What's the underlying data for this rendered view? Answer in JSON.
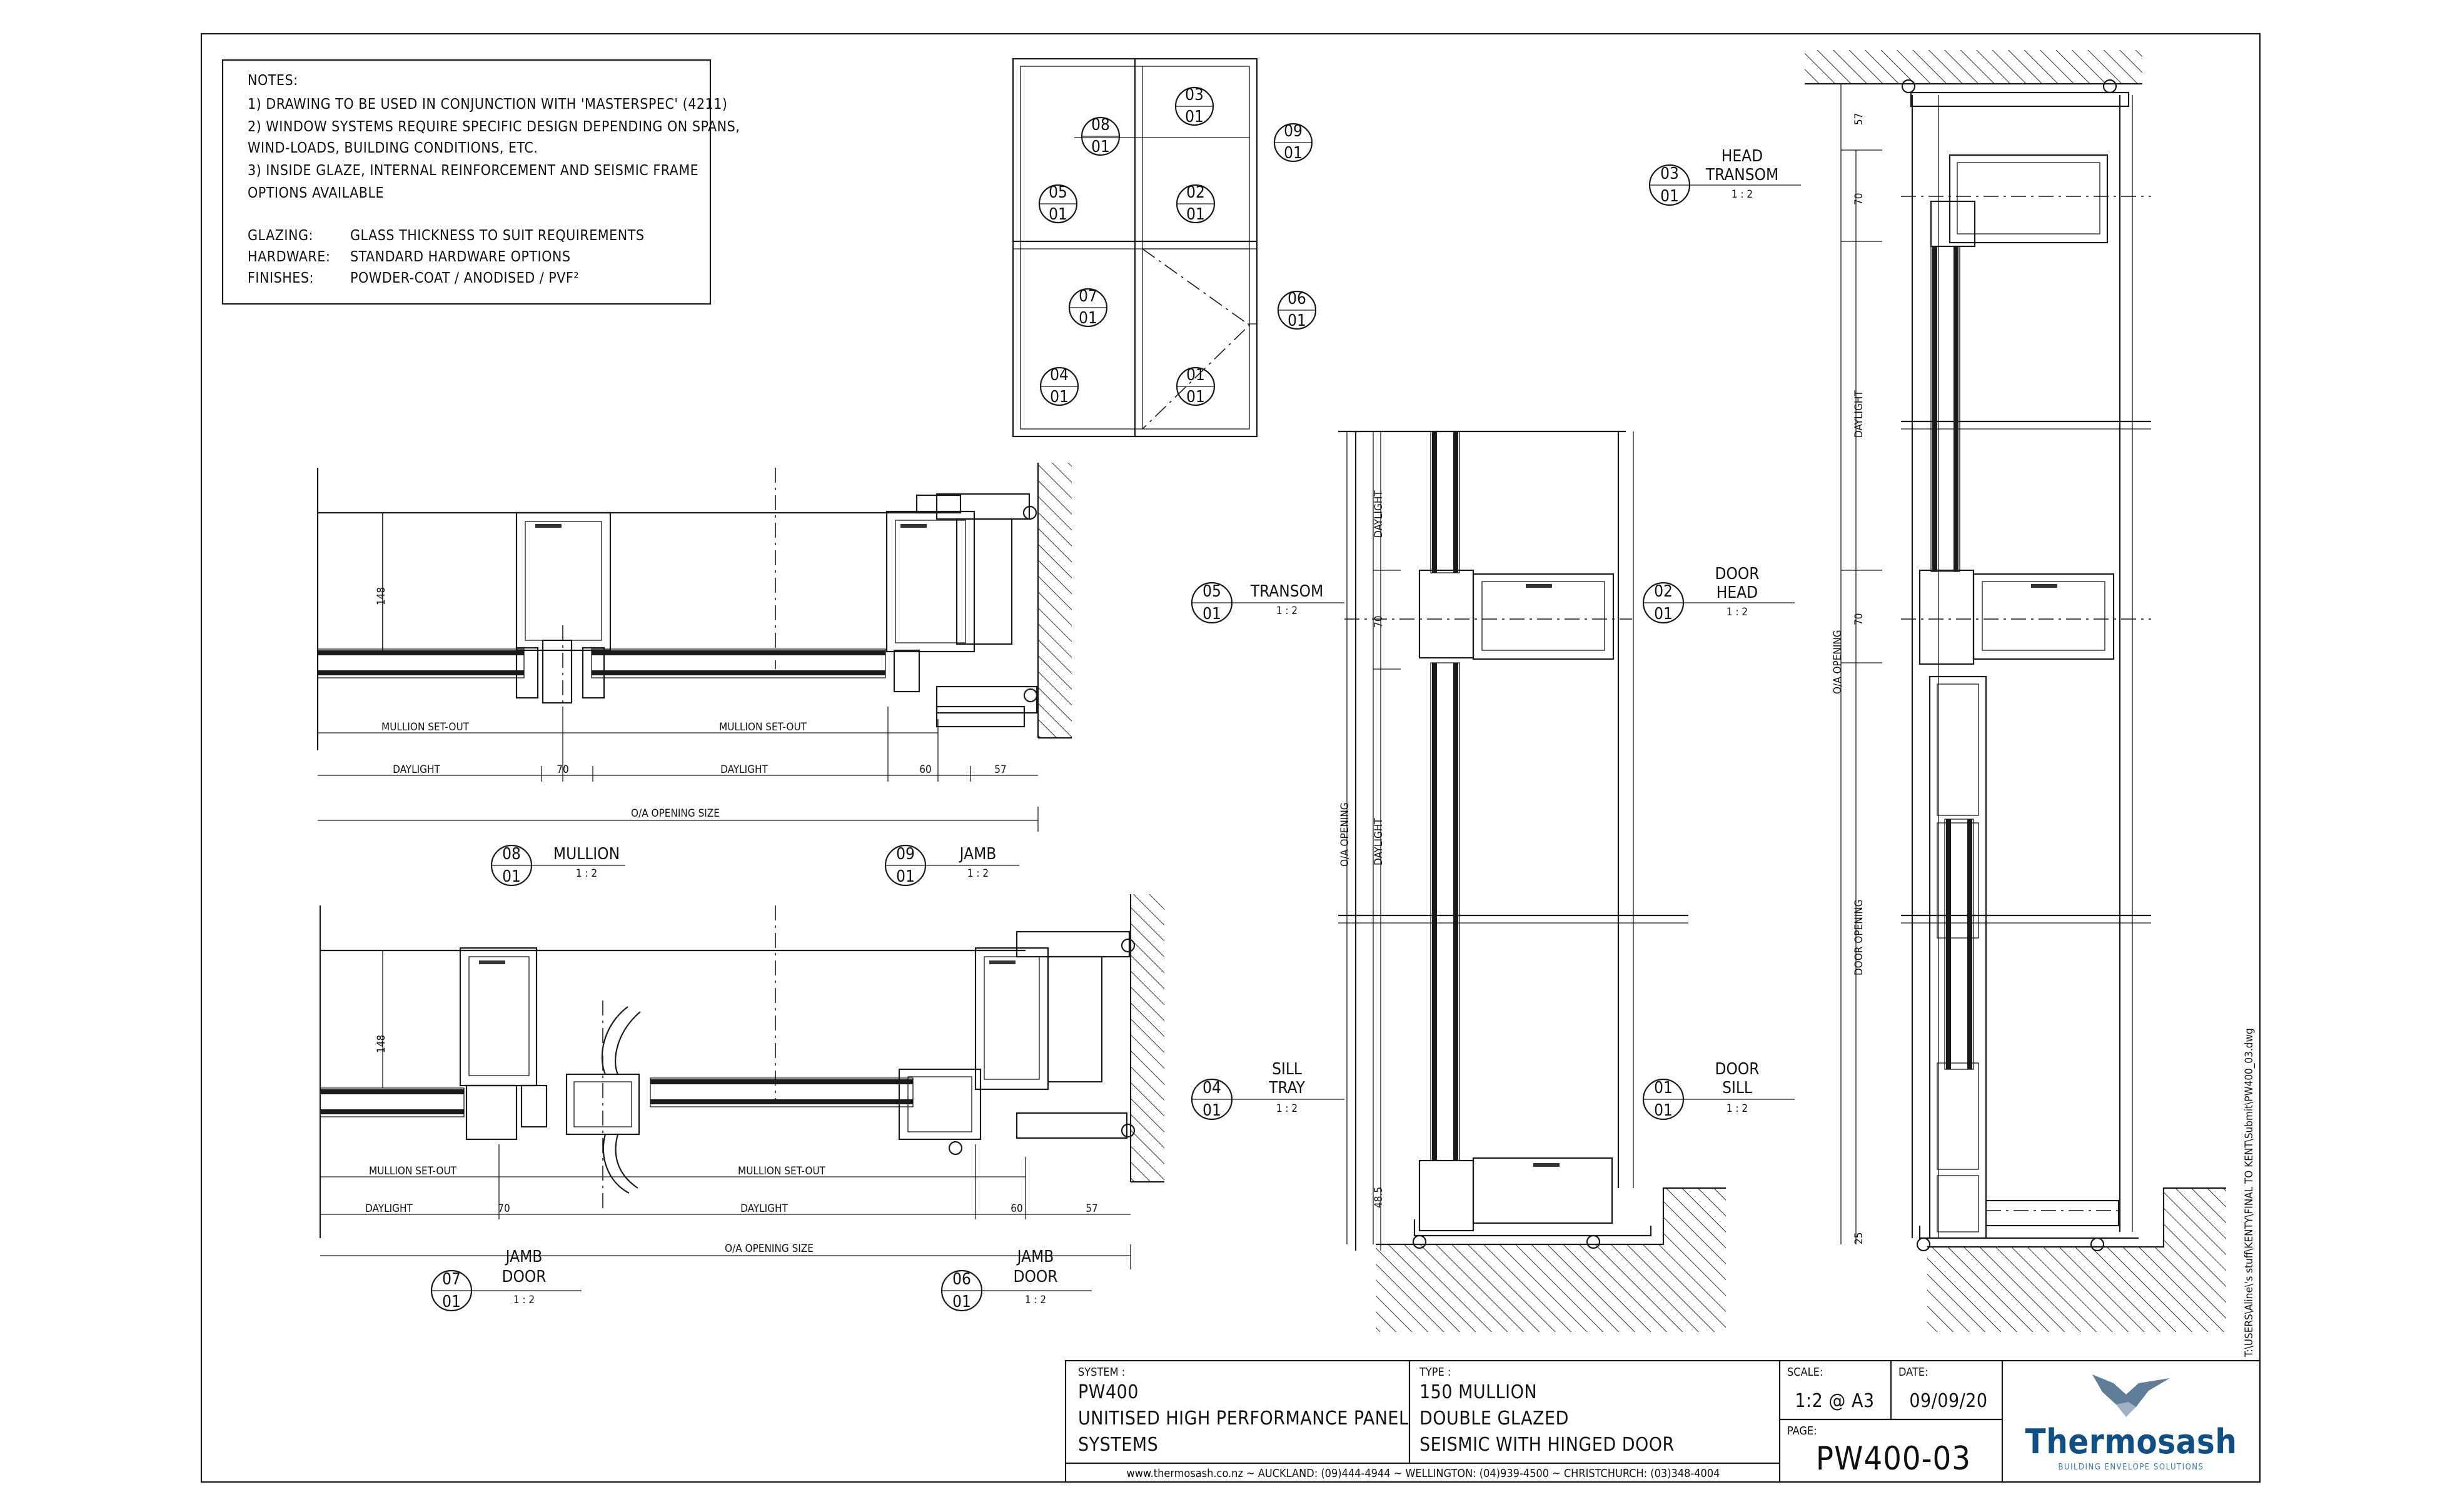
{
  "notes": {
    "heading": "NOTES:",
    "lines": [
      "1) DRAWING TO BE USED IN CONJUNCTION WITH 'MASTERSPEC' (4211)",
      "2) WINDOW SYSTEMS REQUIRE SPECIFIC DESIGN DEPENDING ON SPANS,",
      "WIND-LOADS, BUILDING CONDITIONS, ETC.",
      "3) INSIDE GLAZE, INTERNAL REINFORCEMENT AND SEISMIC FRAME",
      "OPTIONS AVAILABLE"
    ],
    "specs": [
      {
        "label": "GLAZING:",
        "value": "GLASS THICKNESS TO SUIT REQUIREMENTS"
      },
      {
        "label": "HARDWARE:",
        "value": "STANDARD HARDWARE OPTIONS"
      },
      {
        "label": "FINISHES:",
        "value": "POWDER-COAT / ANODISED / PVF²"
      }
    ]
  },
  "key_plan": {
    "bubbles": [
      {
        "num": "03",
        "sheet": "01"
      },
      {
        "num": "08",
        "sheet": "01"
      },
      {
        "num": "09",
        "sheet": "01"
      },
      {
        "num": "05",
        "sheet": "01"
      },
      {
        "num": "02",
        "sheet": "01"
      },
      {
        "num": "07",
        "sheet": "01"
      },
      {
        "num": "06",
        "sheet": "01"
      },
      {
        "num": "04",
        "sheet": "01"
      },
      {
        "num": "01",
        "sheet": "01"
      }
    ]
  },
  "details": [
    {
      "num": "08",
      "sheet": "01",
      "title": [
        "MULLION"
      ],
      "scale": "1 : 2"
    },
    {
      "num": "09",
      "sheet": "01",
      "title": [
        "JAMB"
      ],
      "scale": "1 : 2"
    },
    {
      "num": "07",
      "sheet": "01",
      "title": [
        "JAMB",
        "DOOR"
      ],
      "scale": "1 : 2"
    },
    {
      "num": "06",
      "sheet": "01",
      "title": [
        "JAMB",
        "DOOR"
      ],
      "scale": "1 : 2"
    },
    {
      "num": "05",
      "sheet": "01",
      "title": [
        "TRANSOM"
      ],
      "scale": "1 : 2"
    },
    {
      "num": "04",
      "sheet": "01",
      "title": [
        "SILL",
        "TRAY"
      ],
      "scale": "1 : 2"
    },
    {
      "num": "02",
      "sheet": "01",
      "title": [
        "DOOR",
        "HEAD"
      ],
      "scale": "1 : 2"
    },
    {
      "num": "01",
      "sheet": "01",
      "title": [
        "DOOR",
        "SILL"
      ],
      "scale": "1 : 2"
    },
    {
      "num": "03",
      "sheet": "01",
      "title": [
        "HEAD",
        "TRANSOM"
      ],
      "scale": "1 : 2"
    }
  ],
  "dims": {
    "mullion_setout": "MULLION SET-OUT",
    "daylight": "DAYLIGHT",
    "oa_opening_size": "O/A OPENING SIZE",
    "oa_opening": "O/A OPENING",
    "door_opening": "DOOR OPENING",
    "v70": "70",
    "v60": "60",
    "v57": "57",
    "v148": "148",
    "v48_5": "48.5",
    "v25": "25"
  },
  "product_tag": "Thermosash",
  "file_path": "T:\\USERS\\Aline\\'s stuff\\KENTY\\FINAL TO KENT\\Submit\\PW400_03.dwg",
  "title_block": {
    "system_label": "SYSTEM :",
    "system_lines": [
      "PW400",
      "UNITISED HIGH PERFORMANCE PANEL",
      "SYSTEMS"
    ],
    "type_label": "TYPE :",
    "type_lines": [
      "150 MULLION",
      "DOUBLE GLAZED",
      "SEISMIC WITH HINGED DOOR"
    ],
    "scale_label": "SCALE:",
    "scale_value": "1:2 @ A3",
    "date_label": "DATE:",
    "date_value": "09/09/20",
    "page_label": "PAGE:",
    "page_value": "PW400-03",
    "contact": "www.thermosash.co.nz  ~  AUCKLAND: (09)444-4944  ~  WELLINGTON: (04)939-4500  ~  CHRISTCHURCH: (03)348-4004",
    "brand": "Thermosash",
    "tagline": "BUILDING ENVELOPE SOLUTIONS"
  }
}
